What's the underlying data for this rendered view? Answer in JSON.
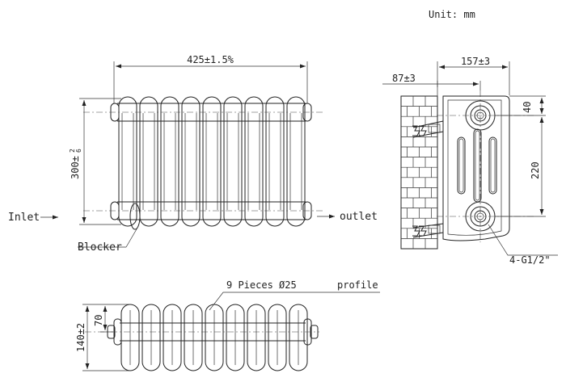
{
  "unit": "Unit: mm",
  "front_view": {
    "width_dim": "425±1.5%",
    "height_dim": "300±",
    "height_tol_top": "2",
    "height_tol_bottom": "6",
    "inlet_label": "Inlet",
    "outlet_label": "outlet",
    "blocker_label": "Blocker"
  },
  "side_view": {
    "depth_dim": "157±3",
    "wall_dim": "87±3",
    "top_offset_dim": "40",
    "centers_dim": "220",
    "thread_label": "4-G1/2\""
  },
  "top_view": {
    "pieces_label": "9 Pieces Ø25",
    "profile_label": "profile",
    "depth_dim": "140±2",
    "half_dim": "70"
  },
  "colors": {
    "line": "#222222",
    "background": "#ffffff"
  }
}
